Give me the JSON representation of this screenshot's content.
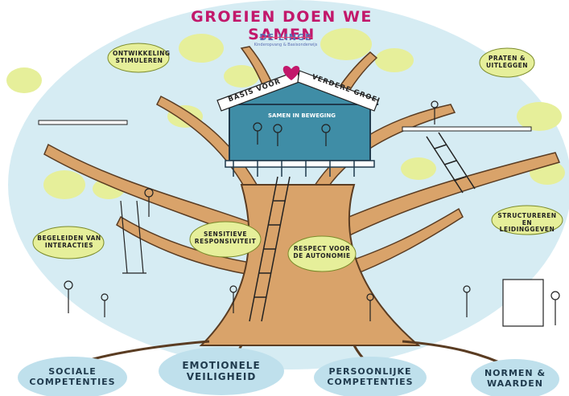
{
  "title": "GROEIEN DOEN WE SAMEN",
  "logo": {
    "brand": "DE LINGE",
    "tagline": "Kinderopvang & Basisonderwijs"
  },
  "treehouse": {
    "banner_left": "BASIS VOOR",
    "banner_right": "VERDERE GROEI",
    "sign": "SAMEN IN BEWEGING"
  },
  "clouds": {
    "ontwikkeling": "ONTWIKKELING STIMULEREN",
    "praten": "PRATEN & UITLEGGEN",
    "begeleiden": "BEGELEIDEN VAN INTERACTIES",
    "sensitieve": "SENSITIEVE RESPONSIVITEIT",
    "respect": "RESPECT VOOR DE AUTONOMIE",
    "structureren": "STRUCTUREREN EN LEIDINGGEVEN"
  },
  "bases": {
    "sociale": "SOCIALE COMPETENTIES",
    "emotionele": "EMOTIONELE VEILIGHEID",
    "persoonlijke": "PERSOONLIJKE COMPETENTIES",
    "normen": "NORMEN & WAARDEN"
  },
  "colors": {
    "title": "#c2186b",
    "trunk": "#d9a36a",
    "house": "#3f8da6",
    "leaf": "#e6ef9a",
    "sky": "#d6ecf3",
    "base": "#bfe0ec"
  },
  "icons": [
    "heart-icon",
    "tree-icon",
    "ladder-icon",
    "swing-icon"
  ]
}
